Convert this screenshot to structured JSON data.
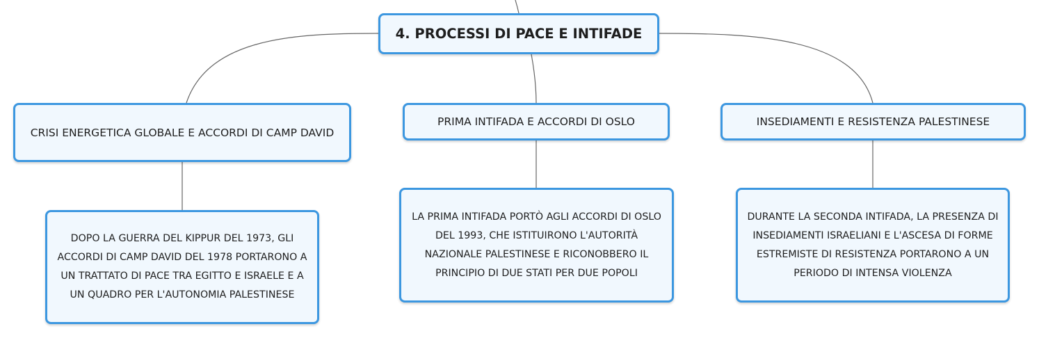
{
  "mindmap": {
    "root": {
      "label": "4. PROCESSI DI PACE E INTIFADE"
    },
    "branches": [
      {
        "title": "CRISI ENERGETICA GLOBALE E ACCORDI DI CAMP DAVID",
        "detail": "DOPO LA GUERRA DEL KIPPUR DEL 1973, GLI ACCORDI DI CAMP DAVID DEL 1978 PORTARONO A UN TRATTATO DI PACE TRA EGITTO E ISRAELE E A UN QUADRO PER L'AUTONOMIA PALESTINESE"
      },
      {
        "title": "PRIMA INTIFADA E ACCORDI DI OSLO",
        "detail": "LA PRIMA INTIFADA PORTÒ AGLI ACCORDI DI OSLO DEL 1993, CHE ISTITUIRONO L'AUTORITÀ NAZIONALE PALESTINESE E RICONOBBERO IL PRINCIPIO DI DUE STATI PER DUE POPOLI"
      },
      {
        "title": "INSEDIAMENTI E RESISTENZA PALESTINESE",
        "detail": "DURANTE LA SECONDA INTIFADA, LA PRESENZA DI INSEDIAMENTI ISRAELIANI E L'ASCESA DI FORME ESTREMISTE DI RESISTENZA PORTARONO A UN PERIODO DI INTENSA VIOLENZA"
      }
    ]
  },
  "colors": {
    "node_border": "#3c97e0",
    "node_fill": "#f1f8fe",
    "connector": "#666666",
    "text": "#1e1e1e"
  }
}
